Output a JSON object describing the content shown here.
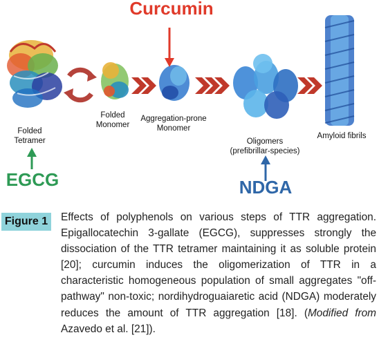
{
  "figure": {
    "labels": {
      "folded_tetramer": "Folded\nTetramer",
      "folded_monomer": "Folded\nMonomer",
      "aggregation_prone": "Aggregation-prone\nMonomer",
      "oligomers": "Oligomers\n(prefibrillar-species)",
      "amyloid_fibrils": "Amyloid fibrils"
    },
    "compounds": {
      "curcumin": "Curcumin",
      "egcg": "EGCG",
      "ndga": "NDGA"
    },
    "colors": {
      "curcumin": "#e03a2a",
      "egcg": "#2e9a55",
      "ndga": "#2f67a8",
      "chevron": "#c0392b"
    }
  },
  "caption": {
    "tag": "Figure 1",
    "part1": "Effects of polyphenols on various steps of TTR aggregation. Epigallocatechin 3-gallate (EGCG), suppresses strongly the dissociation of the TTR tetramer maintaining it as soluble protein [20]; curcumin induces the oligomerization of TTR in a characteristic homogeneous population of small aggregates \"off-pathway\" non-toxic; nordihydroguaiaretic acid (NDGA) moderately reduces the amount of TTR aggregation [18]. (",
    "italic": "Modified from",
    "part2": " Azavedo et al. [21])."
  }
}
